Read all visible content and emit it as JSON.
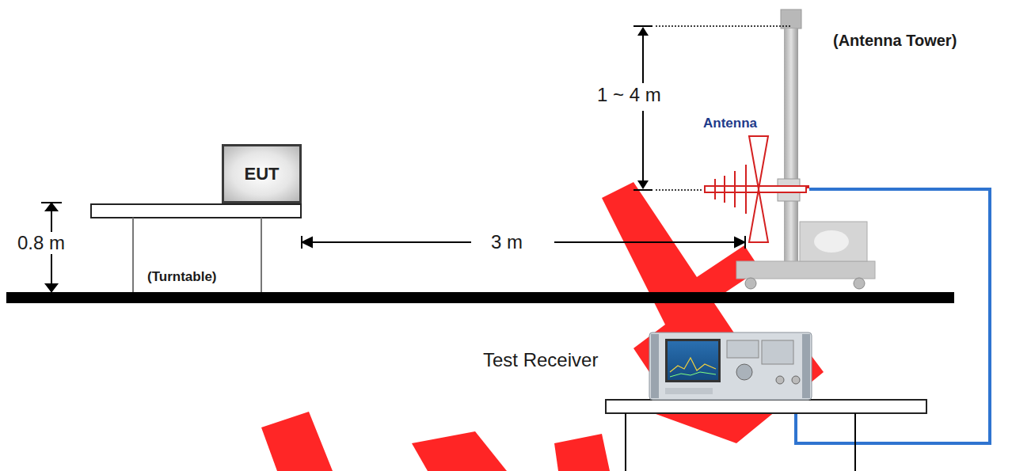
{
  "diagram": {
    "nodes": [
      {
        "text": [
          "EUT"
        ]
      }
    ],
    "labels": [
      "1 ~ 4 m",
      "Antenna",
      "(Antenna Tower)",
      "0.8 m",
      "(Turntable)",
      "3 m",
      "Test Receiver"
    ]
  }
}
